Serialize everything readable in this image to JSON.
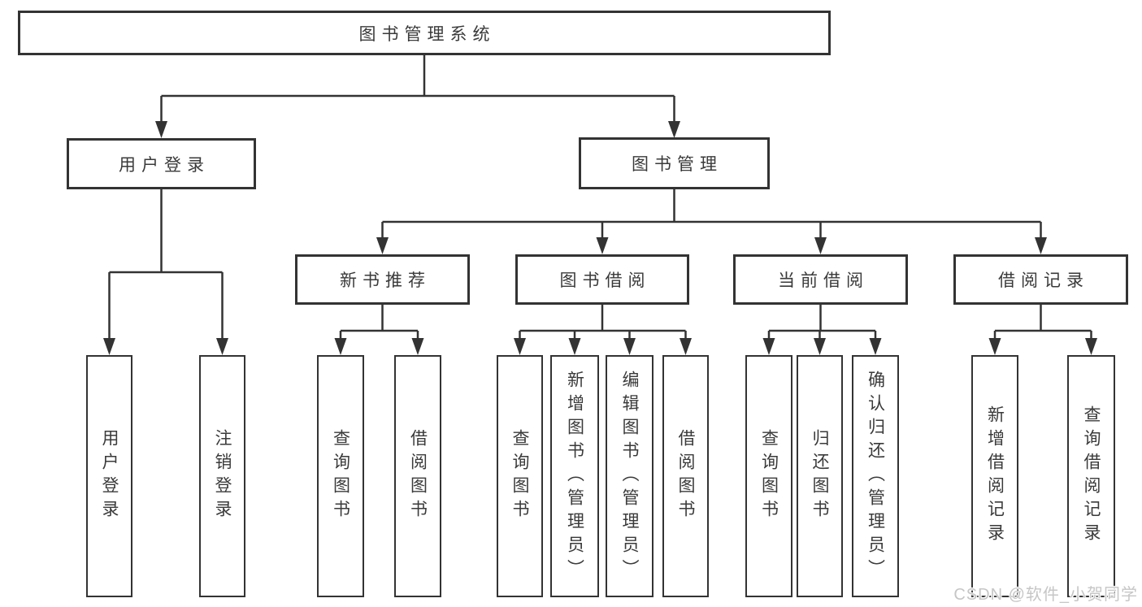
{
  "tree": {
    "root": {
      "label": "图书管理系统"
    },
    "children": [
      {
        "label": "用户登录",
        "children": [
          {
            "label": "用户登录"
          },
          {
            "label": "注销登录"
          }
        ]
      },
      {
        "label": "图书管理",
        "children": [
          {
            "label": "新书推荐",
            "children": [
              {
                "label": "查询图书"
              },
              {
                "label": "借阅图书"
              }
            ]
          },
          {
            "label": "图书借阅",
            "children": [
              {
                "label": "查询图书"
              },
              {
                "label": "新增图书（管理员）"
              },
              {
                "label": "编辑图书（管理员）"
              },
              {
                "label": "借阅图书"
              }
            ]
          },
          {
            "label": "当前借阅",
            "children": [
              {
                "label": "查询图书"
              },
              {
                "label": "归还图书"
              },
              {
                "label": "确认归还（管理员）"
              }
            ]
          },
          {
            "label": "借阅记录",
            "children": [
              {
                "label": "新增借阅记录"
              },
              {
                "label": "查询借阅记录"
              }
            ]
          }
        ]
      }
    ]
  },
  "watermark": {
    "text": "CSDN @软件_小贺同学"
  },
  "colors": {
    "line": "#333333",
    "box_border": "#333333",
    "box_background": "#ffffff",
    "text": "#3a3a3a",
    "watermark": "#c6c6c6",
    "page_background": "#ffffff"
  }
}
